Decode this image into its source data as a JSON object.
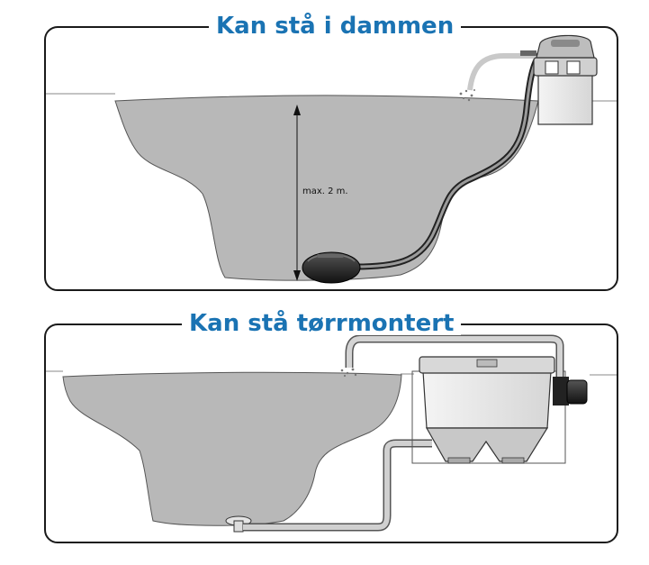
{
  "panels": [
    {
      "title": "Kan stå i dammen",
      "depth_label": "max. 2 m."
    },
    {
      "title": "Kan stå tørrmontert"
    }
  ],
  "colors": {
    "title": "#1a73b3",
    "water": "#b8b8b8",
    "frame": "#1a1a1a",
    "pipe": "#bdbdbd",
    "filter_box": "#e6e6e6"
  },
  "icons": [
    "pump-icon",
    "filter-icon",
    "water-return-icon",
    "bottom-drain-icon"
  ]
}
